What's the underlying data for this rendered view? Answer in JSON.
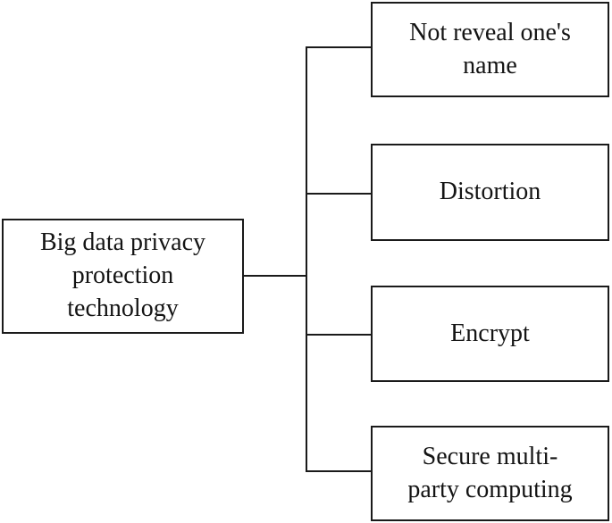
{
  "colors": {
    "line": "#1a1a1a",
    "text": "#141414",
    "background": "#ffffff",
    "box_fill": "#ffffff"
  },
  "diagram": {
    "root": {
      "label": "Big data privacy\nprotection\ntechnology"
    },
    "children": [
      {
        "label": "Not reveal one's\nname"
      },
      {
        "label": "Distortion"
      },
      {
        "label": "Encrypt"
      },
      {
        "label": "Secure multi-\nparty computing"
      }
    ]
  }
}
